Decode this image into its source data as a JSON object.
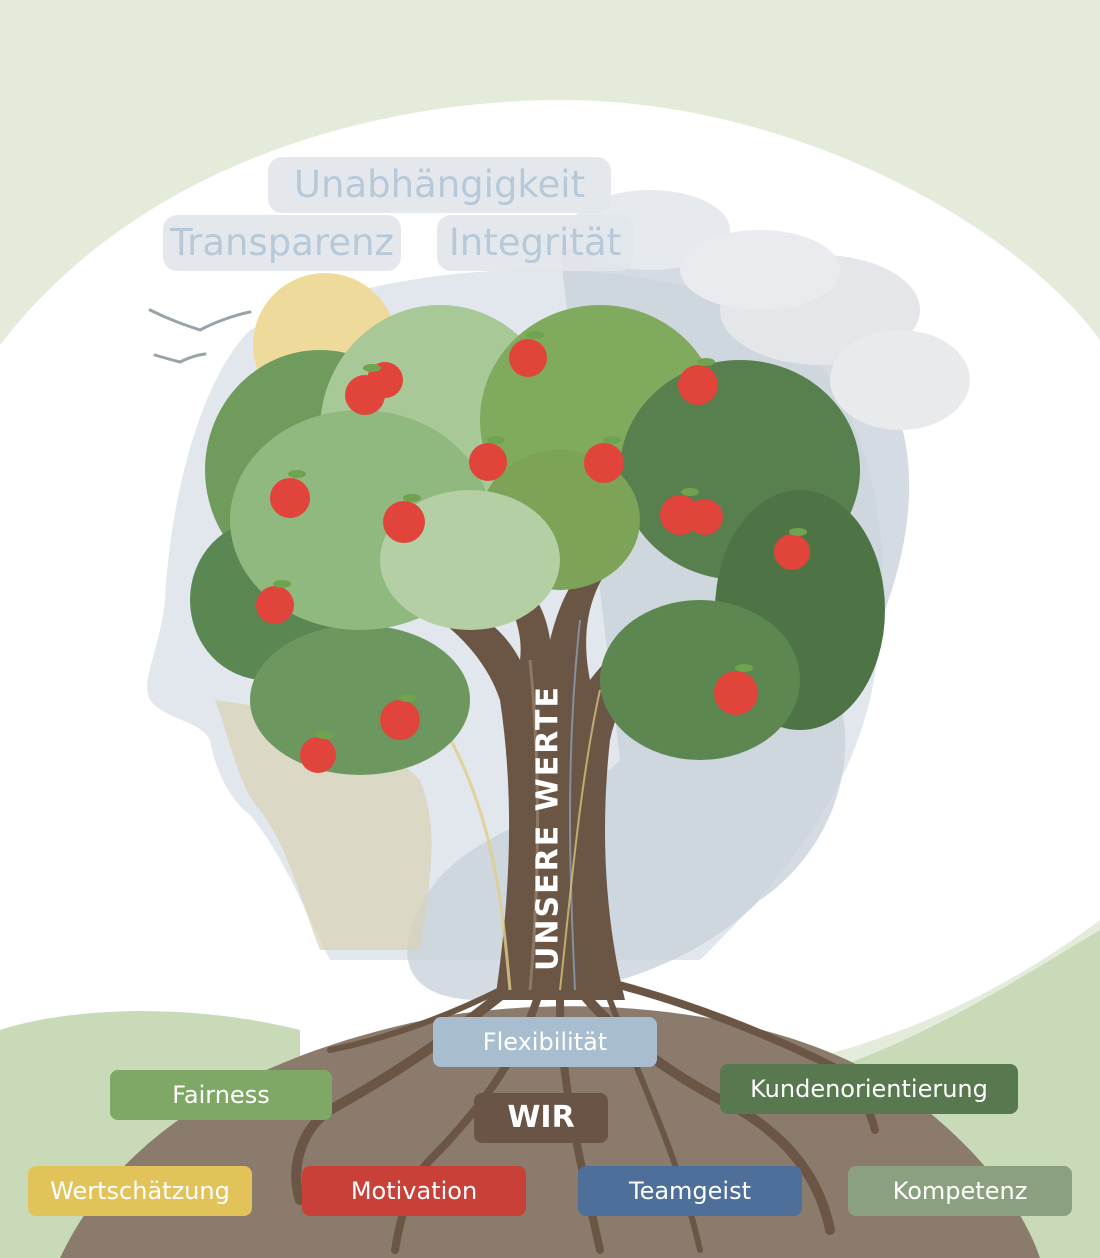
{
  "title": "UNSERE WERTE",
  "center_label": "WIR",
  "head_values": [
    "Unabhängigkeit",
    "Transparenz",
    "Integrität"
  ],
  "root_values": [
    {
      "label": "Flexibilität",
      "color": "#a9bdd0"
    },
    {
      "label": "Fairness",
      "color": "#7fa867"
    },
    {
      "label": "Kundenorientierung",
      "color": "#58794f"
    },
    {
      "label": "Wertschätzung",
      "color": "#e2c35a"
    },
    {
      "label": "Motivation",
      "color": "#c94038"
    },
    {
      "label": "Teamgeist",
      "color": "#4e6f99"
    },
    {
      "label": "Kompetenz",
      "color": "#8ba07f"
    }
  ],
  "colors": {
    "background": "#e4ebdb",
    "head_white": "#ffffff",
    "soil": "#8b7b6d",
    "trunk": "#6b5646",
    "wir_label": "#6a5446",
    "apple": "#e0443a"
  },
  "icons": [
    "apple-icon",
    "bird-icon",
    "sun-icon",
    "cloud-icon"
  ]
}
